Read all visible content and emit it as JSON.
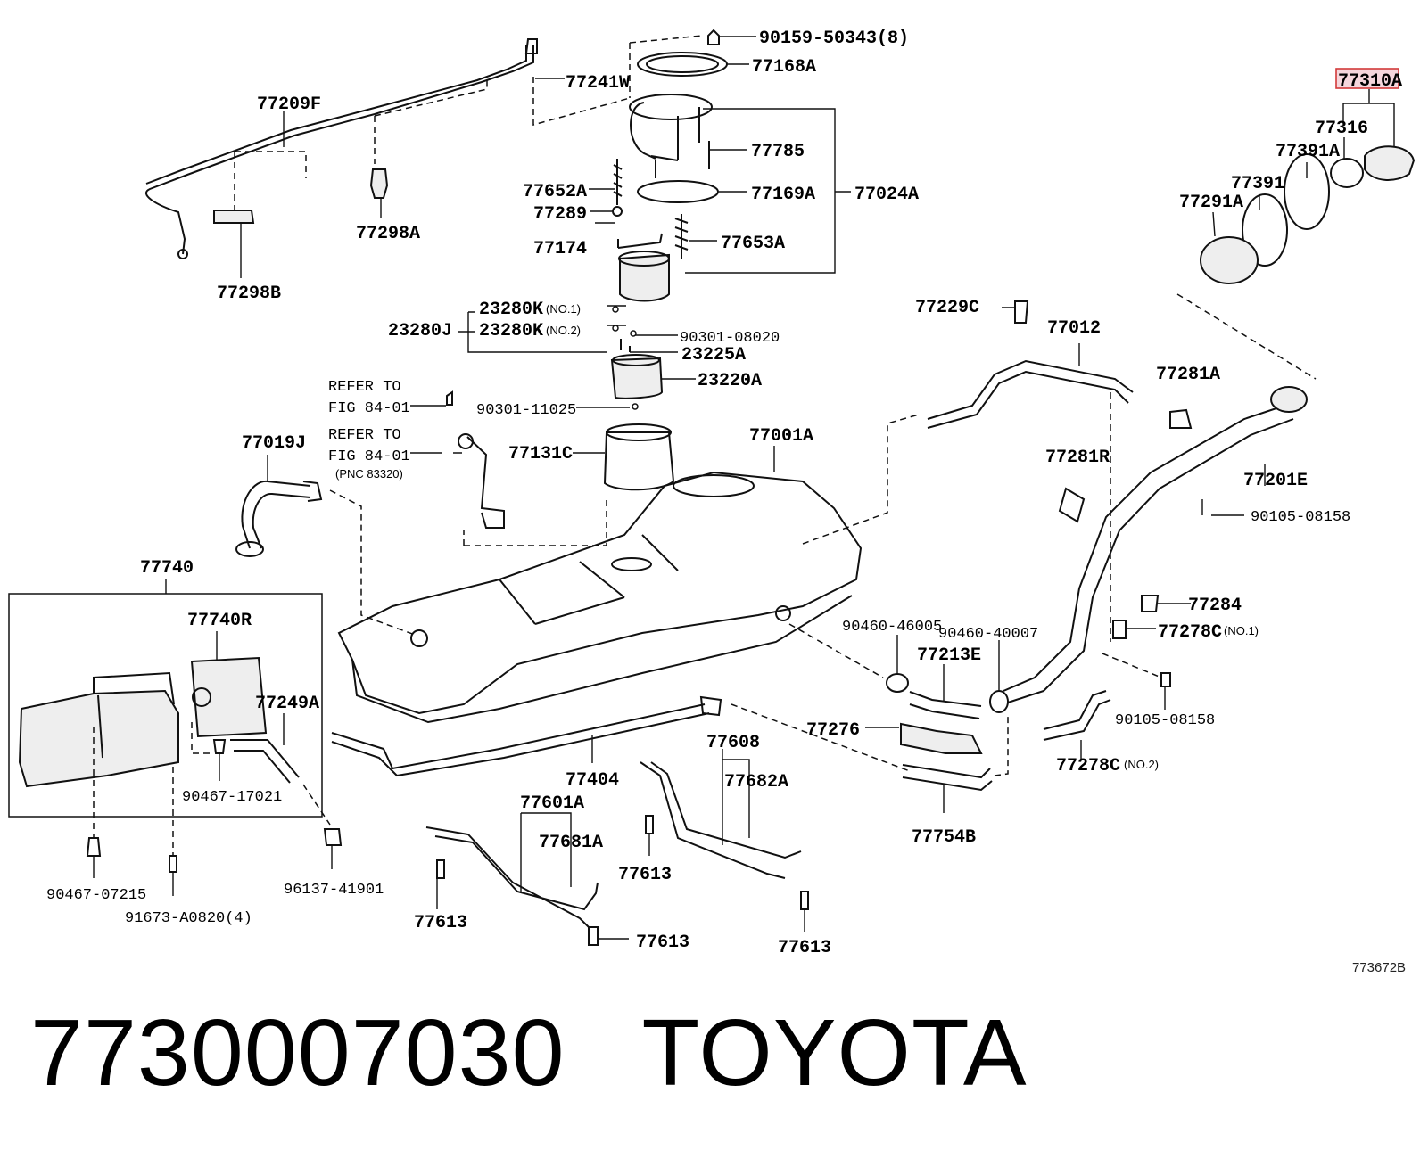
{
  "diagram_ref": "773672B",
  "highlighted_part": "77310A",
  "caption": {
    "part_number": "7730007030",
    "brand": "TOYOTA"
  },
  "refer_notes": {
    "note1": [
      "REFER TO",
      "FIG 84-01"
    ],
    "note2": [
      "REFER TO",
      "FIG 84-01",
      "(PNC 83320)"
    ]
  },
  "labels": {
    "p90159": "90159-50343(8)",
    "p77168A": "77168A",
    "p77241W": "77241W",
    "p77209F": "77209F",
    "p77298A": "77298A",
    "p77298B": "77298B",
    "p77785": "77785",
    "p77652A": "77652A",
    "p77289": "77289",
    "p77169A": "77169A",
    "p77024A": "77024A",
    "p77174": "77174",
    "p77653A": "77653A",
    "p23280K1": "23280K",
    "p23280K1_sub": "(NO.1)",
    "p23280K2": "23280K",
    "p23280K2_sub": "(NO.2)",
    "p23280J": "23280J",
    "p90301_08020": "90301-08020",
    "p23225A": "23225A",
    "p23220A": "23220A",
    "p90301_11025": "90301-11025",
    "p77131C": "77131C",
    "p77001A": "77001A",
    "p77019J": "77019J",
    "p77740": "77740",
    "p77740R": "77740R",
    "p77249A": "77249A",
    "p90467_17021": "90467-17021",
    "p90467_07215": "90467-07215",
    "p91673": "91673-A0820(4)",
    "p96137": "96137-41901",
    "p77404": "77404",
    "p77601A": "77601A",
    "p77681A": "77681A",
    "p77613_a": "77613",
    "p77613_b": "77613",
    "p77613_c": "77613",
    "p77613_d": "77613",
    "p77608": "77608",
    "p77682A": "77682A",
    "p77229C": "77229C",
    "p77012": "77012",
    "p77310A": "77310A",
    "p77316": "77316",
    "p77391A": "77391A",
    "p77391": "77391",
    "p77291A": "77291A",
    "p77281A": "77281A",
    "p77281R": "77281R",
    "p77201E": "77201E",
    "p90105_08158_a": "90105-08158",
    "p90105_08158_b": "90105-08158",
    "p77284": "77284",
    "p77278C1": "77278C",
    "p77278C1_sub": "(NO.1)",
    "p77278C2": "77278C",
    "p77278C2_sub": "(NO.2)",
    "p90460_46005": "90460-46005",
    "p90460_40007": "90460-40007",
    "p77213E": "77213E",
    "p77276": "77276",
    "p77754B": "77754B"
  }
}
